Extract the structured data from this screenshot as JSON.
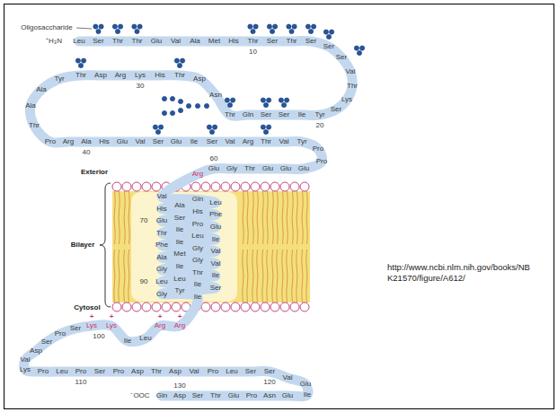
{
  "diagram": {
    "labels": [
      "Oligosaccharide",
      "⁺H₃N",
      "Leu",
      "Ser",
      "Thr",
      "Thr",
      "Glu",
      "Val",
      "Ala",
      "Met",
      "His",
      "Thr",
      "Ser",
      "Thr",
      "Ser",
      "Ser",
      "Ser",
      "Val",
      "Thr",
      "Lys",
      "Ser",
      "Tyr",
      "Ile",
      "Ser",
      "Ser",
      "Gln",
      "Thr",
      "Asn",
      "Asp",
      "Thr",
      "His",
      "Lys",
      "Arg",
      "Asp",
      "Thr",
      "Tyr",
      "Ala",
      "Ala",
      "Thr",
      "Pro",
      "Arg",
      "Ala",
      "His",
      "Glu",
      "Val",
      "Ser",
      "Glu",
      "Ile",
      "Ser",
      "Val",
      "Arg",
      "Thr",
      "Val",
      "Tyr",
      "Pro",
      "Pro",
      "Glu",
      "Glu",
      "Glu",
      "Thr",
      "Gly",
      "Glu",
      "Arg",
      "Val",
      "Gln",
      "Leu",
      "Ala",
      "His",
      "His",
      "Phe",
      "Ser",
      "Glu",
      "Pro",
      "Glu",
      "Ile",
      "Thr",
      "Leu",
      "Ile",
      "Ile",
      "Phe",
      "Gly",
      "Val",
      "Met",
      "Ala",
      "Gly",
      "Val",
      "Ile",
      "Gly",
      "Thr",
      "Ile",
      "Leu",
      "Leu",
      "Ile",
      "Ser",
      "Tyr",
      "Gly",
      "Ile",
      "Arg",
      "Arg",
      "Leu",
      "Ile",
      "Lys",
      "Lys",
      "Ser",
      "Pro",
      "Ser",
      "Asp",
      "Val",
      "Lys",
      "Pro",
      "Leu",
      "Pro",
      "Ser",
      "Pro",
      "Asp",
      "Thr",
      "Asp",
      "Val",
      "Pro",
      "Leu",
      "Ser",
      "Ser",
      "Val",
      "Glu",
      "Ile",
      "Glu",
      "Asn",
      "Pro",
      "Glu",
      "Thr",
      "Ser",
      "Asp",
      "Gln",
      "10",
      "20",
      "30",
      "40",
      "60",
      "70",
      "90",
      "100",
      "110",
      "120",
      "130",
      "⁻OOC",
      "Exterior",
      "Bilayer",
      "Cytosol",
      "+",
      "+",
      "+",
      "+",
      "http://www.ncbi.nlm.nih.gov/books/NBK21570/figure/A612/"
    ]
  }
}
